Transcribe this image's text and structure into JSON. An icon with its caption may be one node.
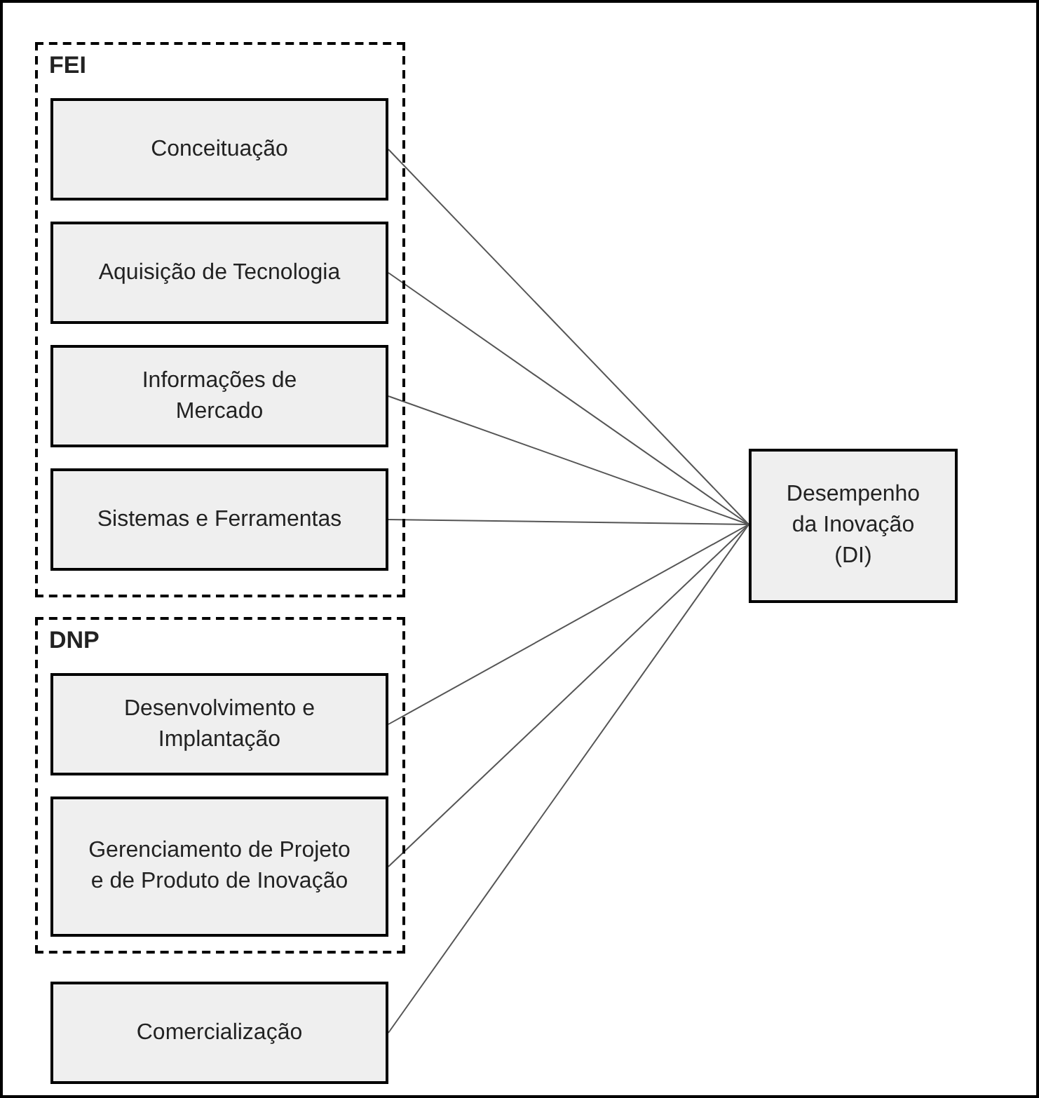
{
  "diagram": {
    "nodes": [
      {
        "text": [
          "FEI"
        ]
      },
      {
        "text": [
          "Conceituação"
        ],
        "in": 0
      },
      {
        "text": [
          "Aquisição de Tecnologia"
        ],
        "in": 0
      },
      {
        "text": [
          "Informações de Mercado"
        ],
        "in": 0
      },
      {
        "text": [
          "Sistemas e Ferramentas"
        ],
        "in": 0
      },
      {
        "text": [
          "DNP"
        ]
      },
      {
        "text": [
          "Desenvolvimento e Implantação"
        ],
        "in": 5
      },
      {
        "text": [
          "Gerenciamento de Projeto e de Produto de Inovação"
        ],
        "in": 5
      },
      {
        "text": [
          "Comercialização"
        ]
      },
      {
        "text": [
          "Desempenho da Inovação (DI)"
        ]
      }
    ],
    "edges": [
      {
        "from": 1,
        "to": 9,
        "arrow": "none"
      },
      {
        "from": 2,
        "to": 9,
        "arrow": "none"
      },
      {
        "from": 3,
        "to": 9,
        "arrow": "none"
      },
      {
        "from": 4,
        "to": 9,
        "arrow": "none"
      },
      {
        "from": 6,
        "to": 9,
        "arrow": "none"
      },
      {
        "from": 7,
        "to": 9,
        "arrow": "none"
      },
      {
        "from": 8,
        "to": 9,
        "arrow": "none"
      }
    ]
  }
}
